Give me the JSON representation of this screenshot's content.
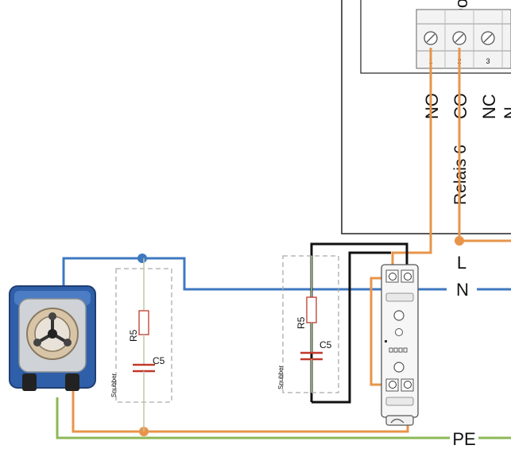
{
  "relay_module": {
    "title": "Relais 6",
    "header_fragment": "Do",
    "terminal_numbers": [
      "1",
      "2",
      "3"
    ],
    "contacts": [
      "NO",
      "CO",
      "NC",
      "N"
    ]
  },
  "lines": {
    "live": "L",
    "neutral": "N",
    "earth": "PE"
  },
  "snubbers": [
    {
      "resistor": "R5",
      "capacitor": "C5",
      "label": "Snubber"
    },
    {
      "resistor": "R5",
      "capacitor": "C5",
      "label": "Snubber"
    }
  ],
  "wire_colors": {
    "orange": "#E8944A",
    "blue": "#3F78C0",
    "green": "#8DB857",
    "black": "#111111",
    "snubber_trace": "#B8CCA0",
    "resistor": "#C0392B"
  }
}
